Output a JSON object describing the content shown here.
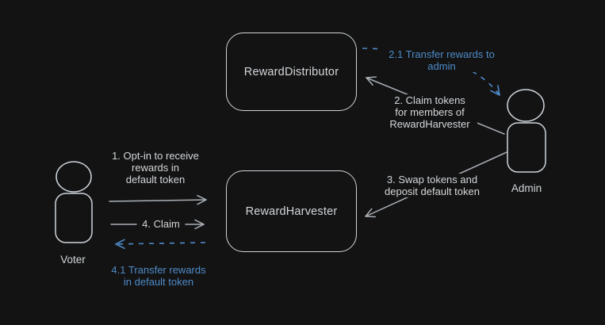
{
  "diagram": {
    "colors": {
      "background": "#131313",
      "stroke": "#ced4da",
      "text": "#d3d7db",
      "arrow": "#aab0b6",
      "accent_blue": "#4e8bc9"
    },
    "boxes": {
      "distributor": {
        "label": "RewardDistributor"
      },
      "harvester": {
        "label": "RewardHarvester"
      }
    },
    "actors": {
      "voter": {
        "label": "Voter"
      },
      "admin": {
        "label": "Admin"
      }
    },
    "labels": {
      "step1": "1. Opt-in to receive\nrewards in\ndefault token",
      "step2": "2. Claim tokens\nfor members of\nRewardHarvester",
      "step2_1": "2.1 Transfer rewards to\nadmin",
      "step3": "3. Swap tokens and\ndeposit default token",
      "step4": "4. Claim",
      "step4_1": "4.1 Transfer rewards\nin default token"
    }
  }
}
